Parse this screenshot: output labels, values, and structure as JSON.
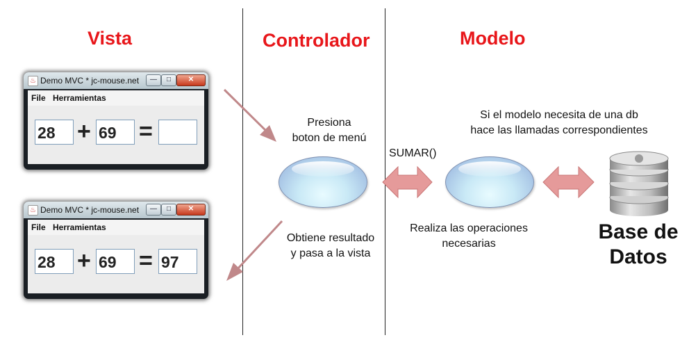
{
  "headings": {
    "vista": "Vista",
    "controlador": "Controlador",
    "modelo": "Modelo"
  },
  "window_top": {
    "title": "Demo MVC * jc-mouse.net",
    "menu": [
      "File",
      "Herramientas"
    ],
    "operand_a": "28",
    "plus": "+",
    "operand_b": "69",
    "equals": "=",
    "result": ""
  },
  "window_bottom": {
    "title": "Demo MVC * jc-mouse.net",
    "menu": [
      "File",
      "Herramientas"
    ],
    "operand_a": "28",
    "plus": "+",
    "operand_b": "69",
    "equals": "=",
    "result": "97"
  },
  "controller": {
    "action_top": [
      "Presiona",
      "boton de menú"
    ],
    "action_bottom": [
      "Obtiene resultado",
      "y pasa a la vista"
    ]
  },
  "link_label": "SUMAR()",
  "model": {
    "note_top": [
      "Si el modelo necesita de una db",
      "hace las llamadas correspondientes"
    ],
    "note_bottom": [
      "Realiza las operaciones",
      "necesarias"
    ]
  },
  "database": {
    "label": [
      "Base de",
      "Datos"
    ]
  },
  "colors": {
    "heading": "#e8161a",
    "arrow_line": "#c0888a",
    "arrow_fill": "#e59a9a"
  }
}
